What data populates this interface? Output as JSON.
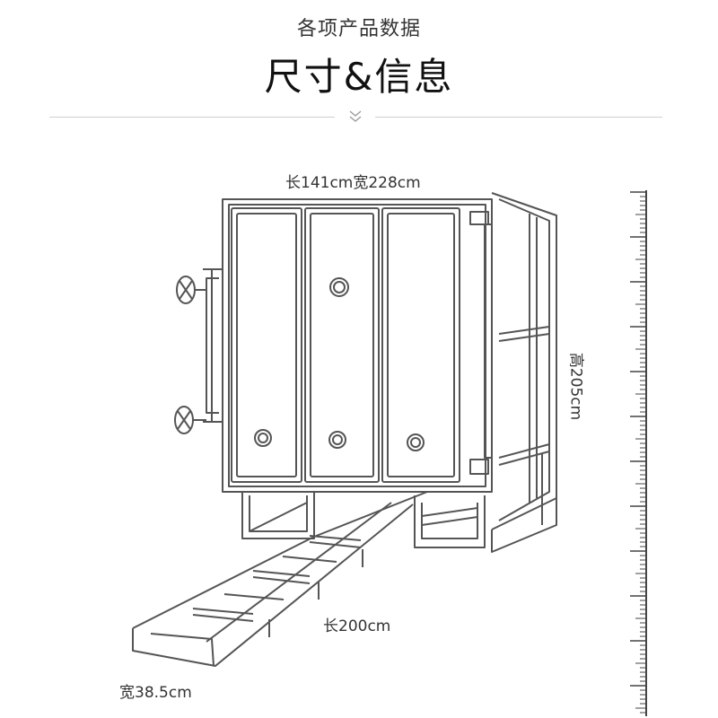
{
  "header": {
    "subtitle": "各项产品数据",
    "title": "尺寸&信息"
  },
  "dimensions": {
    "top": "长141cm宽228cm",
    "height": "高205cm",
    "rail_length": "长200cm",
    "rail_width": "宽38.5cm"
  },
  "colors": {
    "line": "#555555",
    "divider": "#cfcfcf",
    "text": "#333333"
  },
  "icons": {
    "divider_chevron": "double-chevron-down-icon",
    "handwheel": "handwheel-icon",
    "ruler": "height-ruler-icon"
  }
}
